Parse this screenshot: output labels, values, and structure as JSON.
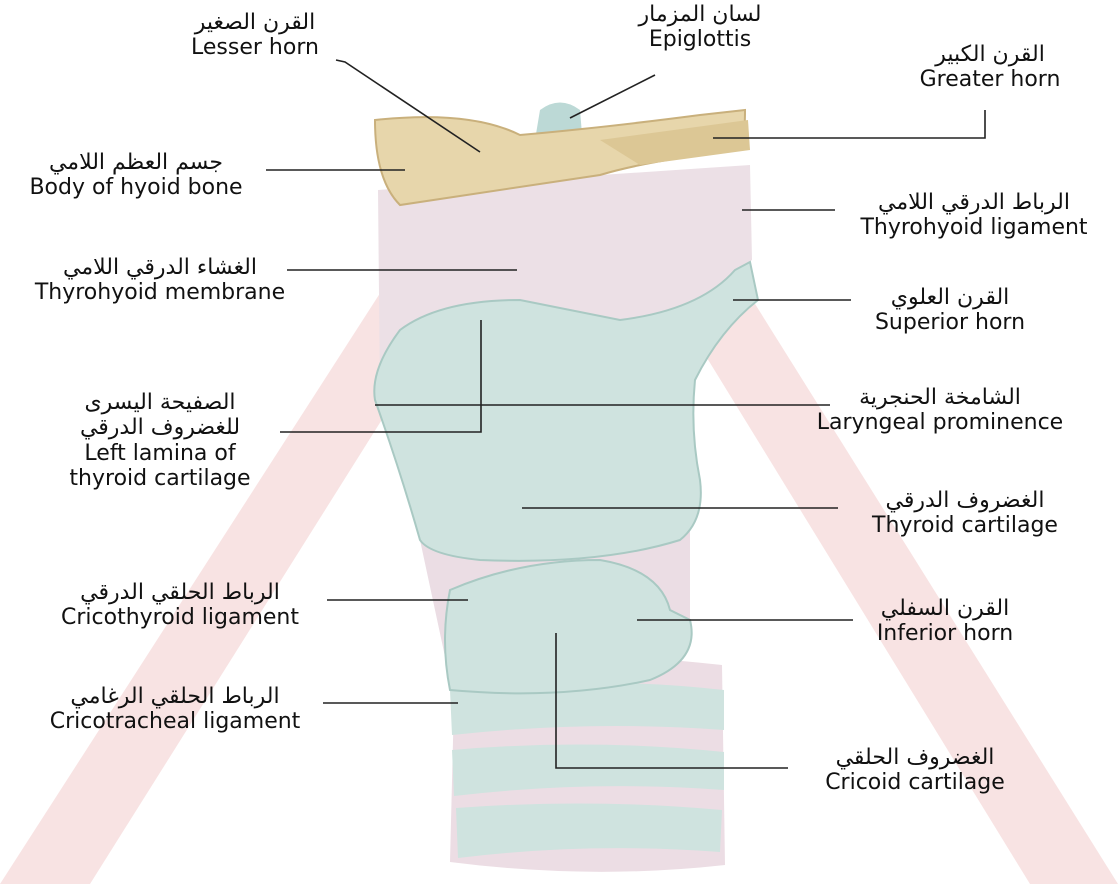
{
  "colors": {
    "background": "#ffffff",
    "watermark": "#f6dcdc",
    "cartilage": "#cfe3df",
    "cartilage_shade": "#a9c9c3",
    "hyoid": "#e7d6ab",
    "hyoid_shade": "#c9b07c",
    "membrane": "#eadbe3",
    "leader": "#222222"
  },
  "labels": [
    {
      "id": "lesser-horn",
      "ar": "القرن الصغير",
      "en": "Lesser horn"
    },
    {
      "id": "epiglottis",
      "ar": "لسان المزمار",
      "en": "Epiglottis"
    },
    {
      "id": "greater-horn",
      "ar": "القرن الكبير",
      "en": "Greater horn"
    },
    {
      "id": "body-hyoid",
      "ar": "جسم العظم اللامي",
      "en": "Body of hyoid bone"
    },
    {
      "id": "thyrohyoid-ligament",
      "ar": "الرباط الدرقي اللامي",
      "en": "Thyrohyoid ligament"
    },
    {
      "id": "thyrohyoid-membrane",
      "ar": "الغشاء الدرقي اللامي",
      "en": "Thyrohyoid membrane"
    },
    {
      "id": "superior-horn",
      "ar": "القرن العلوي",
      "en": "Superior horn"
    },
    {
      "id": "left-lamina",
      "ar": "الصفيحة اليسرى",
      "ar2": "للغضروف الدرقي",
      "en": "Left lamina of",
      "en2": "thyroid cartilage"
    },
    {
      "id": "laryngeal-prominence",
      "ar": "الشامخة الحنجرية",
      "en": "Laryngeal prominence"
    },
    {
      "id": "thyroid-cartilage",
      "ar": "الغضروف الدرقي",
      "en": "Thyroid cartilage"
    },
    {
      "id": "cricothyroid-ligament",
      "ar": "الرباط الحلقي الدرقي",
      "en": "Cricothyroid ligament"
    },
    {
      "id": "inferior-horn",
      "ar": "القرن السفلي",
      "en": "Inferior horn"
    },
    {
      "id": "cricotracheal-ligament",
      "ar": "الرباط الحلقي الرغامي",
      "en": "Cricotracheal ligament"
    },
    {
      "id": "cricoid-cartilage",
      "ar": "الغضروف الحلقي",
      "en": "Cricoid cartilage"
    }
  ]
}
